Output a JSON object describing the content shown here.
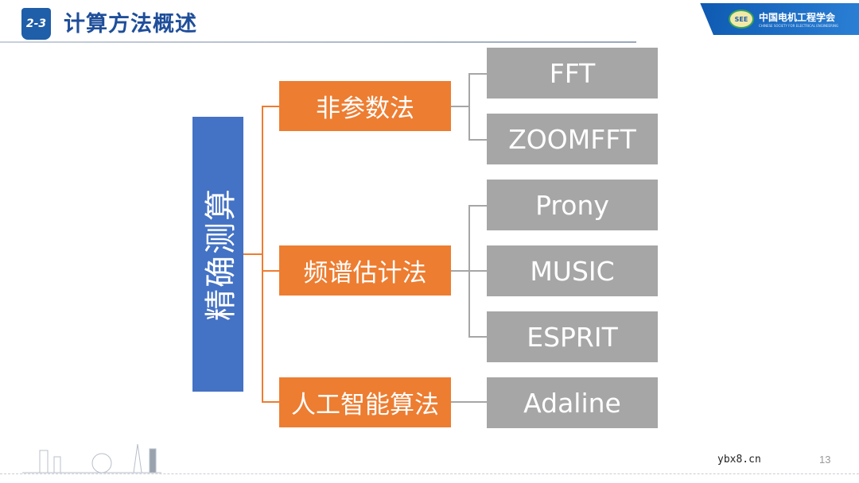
{
  "header": {
    "badge": "2-3",
    "title": "计算方法概述",
    "logo": {
      "seal": "SEE",
      "name_cn": "中国电机工程学会",
      "name_en": "CHINESE SOCIETY FOR ELECTRICAL ENGINEERING"
    }
  },
  "diagram": {
    "root": "精确测算",
    "branches": [
      {
        "label": "非参数法",
        "children": [
          "FFT",
          "ZOOMFFT"
        ]
      },
      {
        "label": "频谱估计法",
        "children": [
          "Prony",
          "MUSIC",
          "ESPRIT"
        ]
      },
      {
        "label": "人工智能算法",
        "children": [
          "Adaline"
        ]
      }
    ],
    "colors": {
      "root": "#4472C4",
      "branch": "#ED7D31",
      "leaf": "#A6A6A6"
    }
  },
  "footer": {
    "watermark": "ybx8.cn",
    "page_number": "13"
  }
}
